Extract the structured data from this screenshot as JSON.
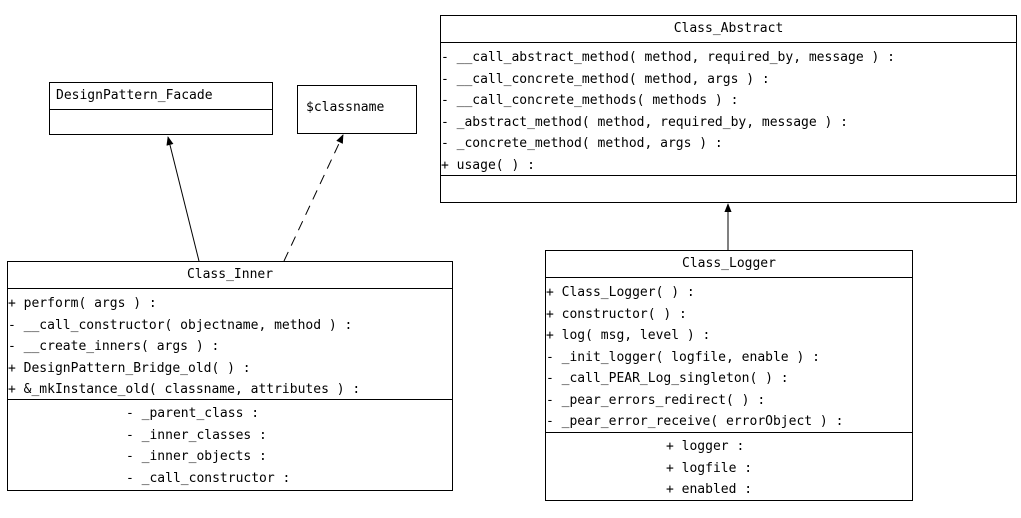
{
  "classes": {
    "facade": {
      "name": "DesignPattern_Facade"
    },
    "classname": {
      "name": "$classname"
    },
    "abstract": {
      "name": "Class_Abstract",
      "operations": [
        "- __call_abstract_method( method, required_by, message ) :",
        "- __call_concrete_method( method, args ) :",
        "- __call_concrete_methods( methods ) :",
        "- _abstract_method( method, required_by, message ) :",
        "- _concrete_method( method, args ) :",
        "+ usage( ) :"
      ]
    },
    "inner": {
      "name": "Class_Inner",
      "operations": [
        "+ perform( args ) :",
        "- __call_constructor( objectname, method ) :",
        "- __create_inners( args ) :",
        "+ DesignPattern_Bridge_old( ) :",
        "+ &_mkInstance_old( classname, attributes ) :"
      ],
      "attributes": [
        "- _parent_class :",
        "- _inner_classes :",
        "- _inner_objects :",
        "- _call_constructor :"
      ]
    },
    "logger": {
      "name": "Class_Logger",
      "operations": [
        "+ Class_Logger( ) :",
        "+ constructor( ) :",
        "+ log( msg, level ) :",
        "- _init_logger( logfile, enable ) :",
        "- _call_PEAR_Log_singleton( ) :",
        "- _pear_errors_redirect( ) :",
        "- _pear_error_receive( errorObject ) :"
      ],
      "attributes": [
        "+ logger :",
        "+ logfile :",
        "+ enabled :"
      ]
    }
  }
}
